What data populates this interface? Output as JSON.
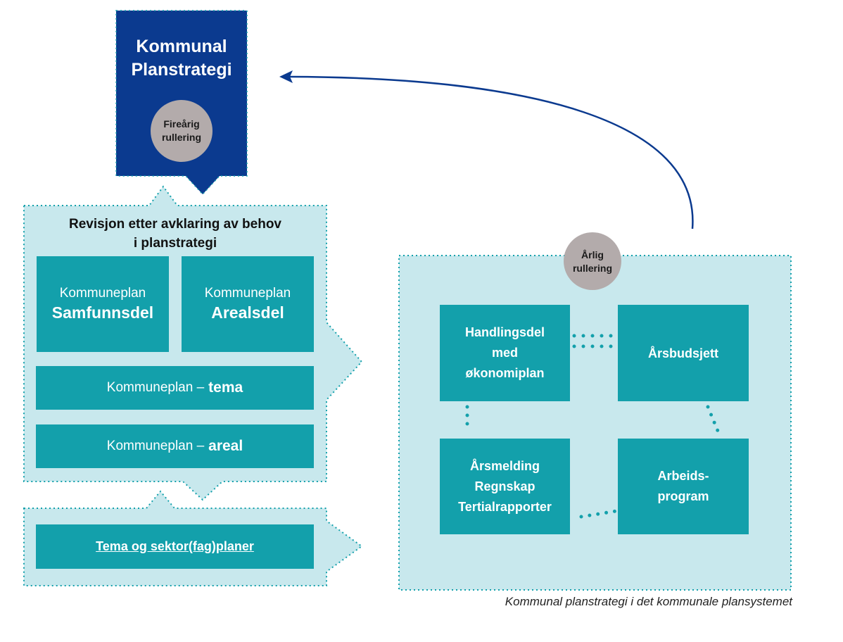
{
  "strategy": {
    "title_line1": "Kommunal",
    "title_line2": "Planstrategi",
    "cycle_line1": "Fireårig",
    "cycle_line2": "rullering"
  },
  "revision": {
    "heading_line1": "Revisjon etter avklaring av behov",
    "heading_line2": "i planstrategi",
    "samfunn": {
      "prefix": "Kommuneplan",
      "name": "Samfunnsdel"
    },
    "areal": {
      "prefix": "Kommuneplan",
      "name": "Arealsdel"
    },
    "tema": {
      "prefix": "Kommuneplan –",
      "name": "tema"
    },
    "areal_bar": {
      "prefix": "Kommuneplan –",
      "name": "areal"
    }
  },
  "sector": {
    "link": "Tema og sektor(fag)planer"
  },
  "annual": {
    "cycle_line1": "Årlig",
    "cycle_line2": "rullering",
    "handling": [
      "Handlingsdel",
      "med",
      "økonomiplan"
    ],
    "budsjett": "Årsbudsjett",
    "melding": [
      "Årsmelding",
      "Regnskap",
      "Tertialrapporter"
    ],
    "arbeid": [
      "Arbeids-",
      "program"
    ]
  },
  "caption": "Kommunal planstrategi i det kommunale plansystemet",
  "colors": {
    "navy": "#0b3a8f",
    "teal": "#13a0ab",
    "light_teal": "#c8e8ed",
    "gray_circle": "#b3abab",
    "arrow": "#0b3a8f"
  }
}
